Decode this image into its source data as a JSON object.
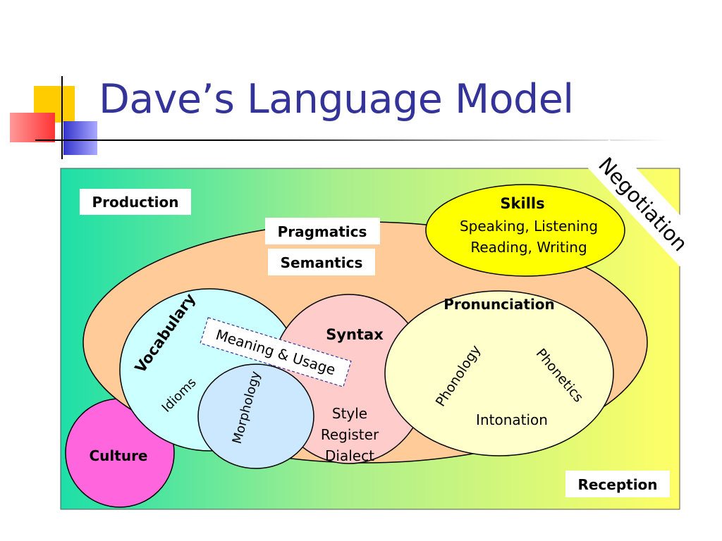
{
  "slide": {
    "title": "Dave’s Language Model"
  },
  "diagram": {
    "labels": {
      "production": "Production",
      "reception": "Reception",
      "negotiation": "Negotiation",
      "pragmatics": "Pragmatics",
      "semantics": "Semantics",
      "culture": "Culture",
      "skills_title": "Skills",
      "skills_line1": "Speaking, Listening",
      "skills_line2": "Reading, Writing",
      "vocabulary": "Vocabulary",
      "idioms": "Idioms",
      "morphology": "Morphology",
      "meaning_usage": "Meaning & Usage",
      "syntax": "Syntax",
      "style": "Style",
      "register": "Register",
      "dialect": "Dialect",
      "pronunciation": "Pronunciation",
      "phonology": "Phonology",
      "phonetics": "Phonetics",
      "intonation": "Intonation"
    },
    "colors": {
      "gradient_left": "#1ddfa8",
      "gradient_mid": "#a9ef8e",
      "gradient_right": "#ffff66",
      "pragmatics_oval": "#ffcc99",
      "skills_oval": "#ffff00",
      "culture_circle": "#ff66dd",
      "vocabulary_circle": "#ccffff",
      "morphology_oval": "#cce8ff",
      "syntax_oval": "#ffcccc",
      "pronunciation_circle": "#ffffcc",
      "title_color": "#333399"
    }
  }
}
